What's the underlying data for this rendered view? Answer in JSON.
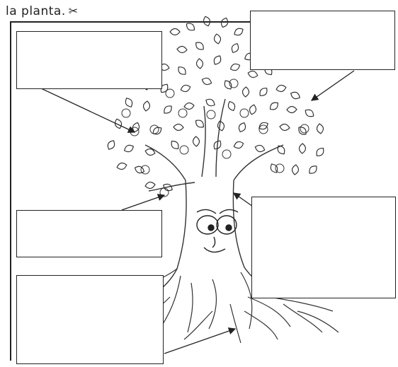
{
  "heading": {
    "text": "la planta.",
    "icon": "scissors-icon"
  },
  "colors": {
    "line": "#222222",
    "paper": "#ffffff"
  },
  "labels": [
    {
      "id": "top-left",
      "text": ""
    },
    {
      "id": "top-right",
      "text": ""
    },
    {
      "id": "middle-left",
      "text": ""
    },
    {
      "id": "middle-right",
      "text": ""
    },
    {
      "id": "bottom-left",
      "text": ""
    }
  ]
}
